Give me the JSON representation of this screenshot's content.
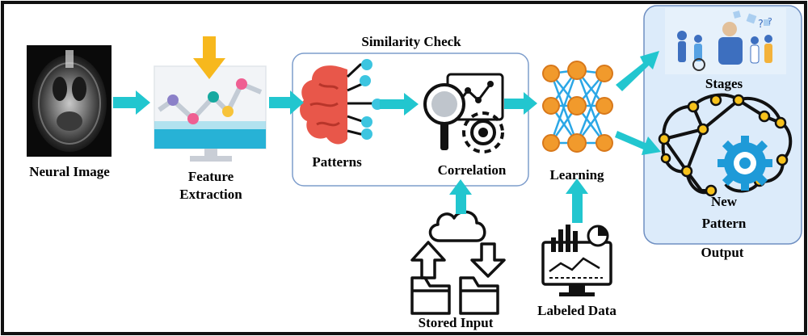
{
  "labels": {
    "neural_image": "Neural Image",
    "feature_line1": "Feature",
    "feature_line2": "Extraction",
    "similarity_check": "Similarity Check",
    "patterns": "Patterns",
    "correlation": "Correlation",
    "learning": "Learning",
    "stored_input": "Stored Input",
    "labeled_data": "Labeled Data",
    "stages": "Stages",
    "new_line1": "New",
    "new_line2": "Pattern",
    "output": "Output"
  },
  "colors": {
    "arrow": "#22c6cf",
    "panel_fill": "#dcebfa",
    "panel_border": "#6f8fc2",
    "brain_red": "#e8574a",
    "node_orange": "#f19a2c",
    "node_blue": "#2ba7e6",
    "cyan_dot": "#3cc5e0",
    "gear_blue": "#1e9ad8",
    "dark": "#111111"
  },
  "icons": [
    "brain-scan-image",
    "monitor-chart-icon",
    "brain-circuit-icon",
    "magnifier-chart-gear-icon",
    "neural-network-icon",
    "cloud-folders-icon",
    "labeled-data-monitor-icon",
    "people-illustration",
    "brain-network-gear-icon"
  ]
}
